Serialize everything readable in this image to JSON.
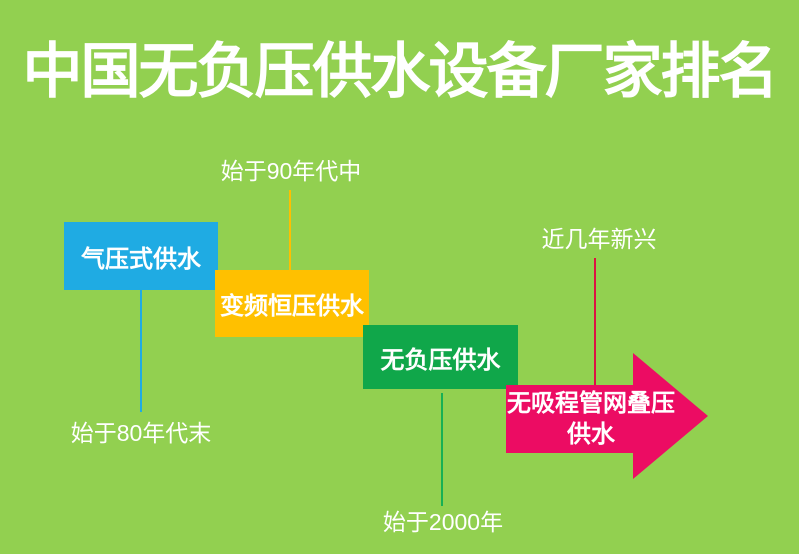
{
  "background_color": "#92D050",
  "title": {
    "text": "中国无负压供水设备厂家排名",
    "color": "#FFFFFF"
  },
  "stages": [
    {
      "label": "气压式供水",
      "note": "始于80年代末",
      "box_color": "#1FABE3",
      "line_color": "#1FABE3",
      "note_position": "below-box",
      "shape": "rectangle"
    },
    {
      "label": "变频恒压供水",
      "note": "始于90年代中",
      "box_color": "#FFC000",
      "line_color": "#FFC000",
      "note_position": "above-box",
      "shape": "rectangle"
    },
    {
      "label": "无负压供水",
      "note": "始于2000年",
      "box_color": "#10A74A",
      "line_color": "#17B054",
      "note_position": "below-box",
      "shape": "rectangle"
    },
    {
      "label": "无吸程管网叠压供水",
      "label_line1": "无吸程管网叠压",
      "label_line2": "供水",
      "note": "近几年新兴",
      "box_color": "#EC0C63",
      "line_color": "#DC1144",
      "note_position": "above-box",
      "shape": "right-arrow"
    }
  ]
}
